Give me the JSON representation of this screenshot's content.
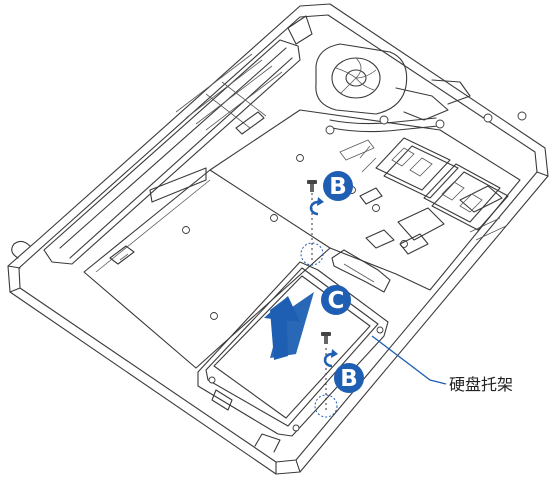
{
  "colors": {
    "accent_blue": "#1e5fb3",
    "line": "#3a3a3a",
    "background": "#ffffff"
  },
  "callouts": {
    "b_top": "B",
    "c_middle": "C",
    "b_bottom": "B"
  },
  "labels": {
    "hdd_tray": "硬盘托架"
  },
  "icons": {
    "screw": "screw-icon",
    "rotation": "counterclockwise-arrow-icon",
    "direction": "slide-up-arrow-icon"
  }
}
